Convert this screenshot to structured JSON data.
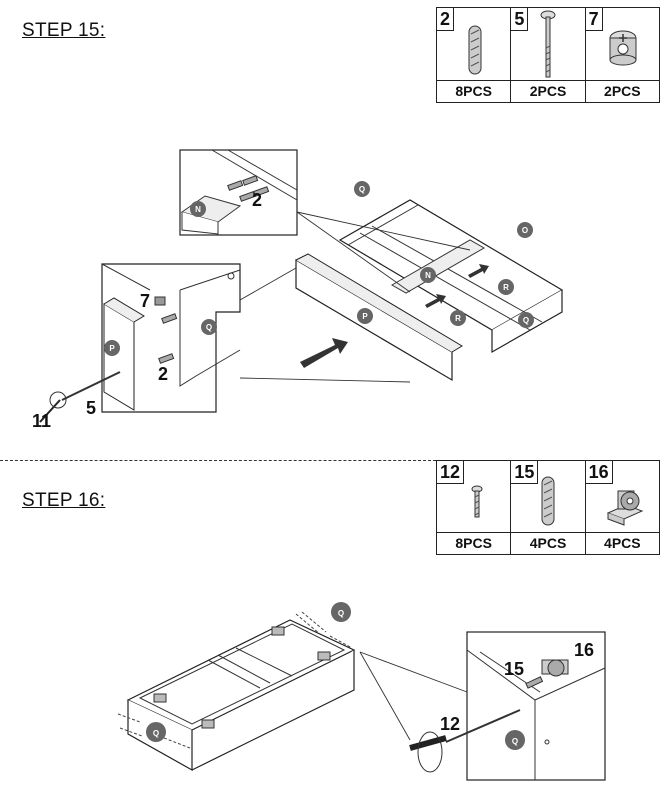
{
  "step15": {
    "title": "STEP 15:",
    "parts": [
      {
        "num": "2",
        "qty": "8PCS",
        "icon": "dowel-icon"
      },
      {
        "num": "5",
        "qty": "2PCS",
        "icon": "long-bolt-icon"
      },
      {
        "num": "7",
        "qty": "2PCS",
        "icon": "cam-lock-icon"
      }
    ],
    "labels": {
      "panel_q": "Q",
      "panel_n": "N",
      "panel_o": "O",
      "panel_p": "P",
      "panel_r": "R",
      "callout_dowel": "2",
      "callout_cam": "7",
      "callout_dowel_b": "2",
      "callout_screwdriver": "11",
      "callout_bolt": "5"
    }
  },
  "step16": {
    "title": "STEP 16:",
    "parts": [
      {
        "num": "12",
        "qty": "8PCS",
        "icon": "screw-icon"
      },
      {
        "num": "15",
        "qty": "4PCS",
        "icon": "dowel-icon"
      },
      {
        "num": "16",
        "qty": "4PCS",
        "icon": "caster-wheel-icon"
      }
    ],
    "labels": {
      "panel_q": "Q",
      "callout_wheel": "16",
      "callout_dowel": "15",
      "callout_screw": "12"
    }
  }
}
